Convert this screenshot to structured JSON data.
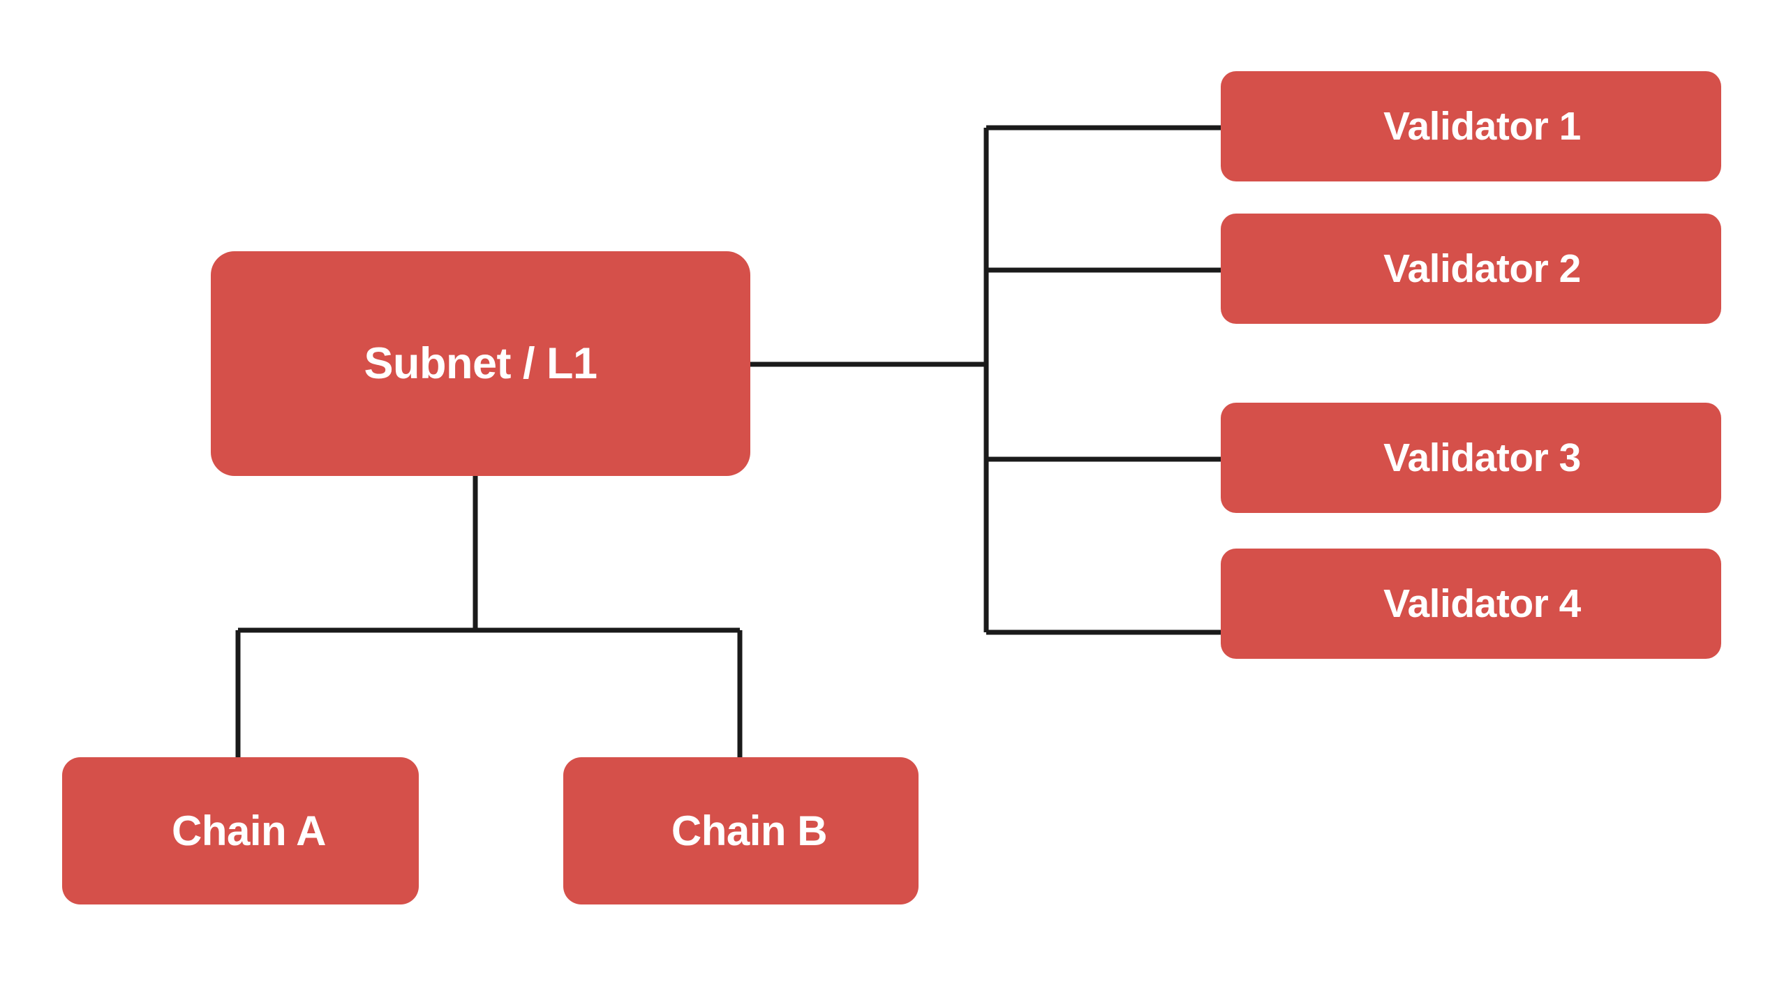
{
  "diagram": {
    "type": "org-tree",
    "background_color": "#ffffff",
    "node_color": "#d5504a",
    "node_text_color": "#ffffff",
    "connector_color": "#1a1a1a",
    "root": {
      "id": "subnet",
      "label": "Subnet / L1"
    },
    "validators": [
      {
        "id": "validator-1",
        "label": "Validator 1"
      },
      {
        "id": "validator-2",
        "label": "Validator 2"
      },
      {
        "id": "validator-3",
        "label": "Validator 3"
      },
      {
        "id": "validator-4",
        "label": "Validator 4"
      }
    ],
    "chains": [
      {
        "id": "chain-a",
        "label": "Chain A"
      },
      {
        "id": "chain-b",
        "label": "Chain B"
      }
    ],
    "edges": [
      {
        "from": "subnet",
        "to": "validator-1"
      },
      {
        "from": "subnet",
        "to": "validator-2"
      },
      {
        "from": "subnet",
        "to": "validator-3"
      },
      {
        "from": "subnet",
        "to": "validator-4"
      },
      {
        "from": "subnet",
        "to": "chain-a"
      },
      {
        "from": "subnet",
        "to": "chain-b"
      }
    ]
  }
}
